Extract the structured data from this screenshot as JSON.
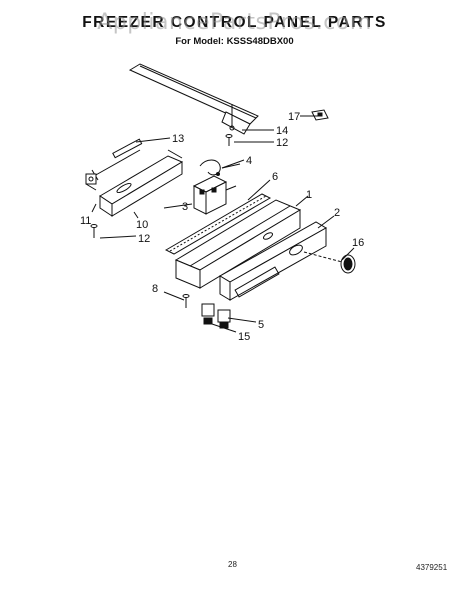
{
  "header": {
    "title": "FREEZER CONTROL PANEL PARTS",
    "model_line": "For Model: KSSS48DBX00",
    "watermark": "AppliancePartsPros.com"
  },
  "callouts": [
    "1",
    "2",
    "3",
    "4",
    "5",
    "6",
    "8",
    "10",
    "11",
    "12",
    "12",
    "13",
    "14",
    "15",
    "16",
    "17"
  ],
  "footer": {
    "page_number": "28",
    "document_number": "4379251"
  }
}
